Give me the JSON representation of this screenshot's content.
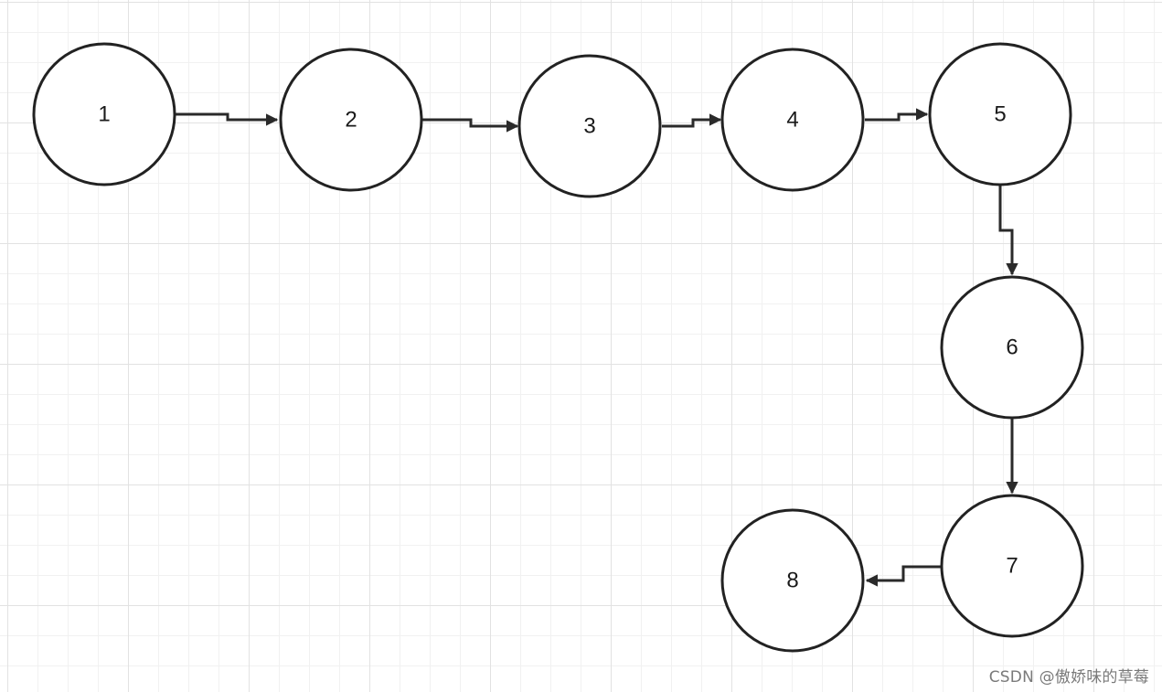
{
  "nodes": [
    {
      "label": "1"
    },
    {
      "label": "2"
    },
    {
      "label": "3"
    },
    {
      "label": "4"
    },
    {
      "label": "5"
    },
    {
      "label": "6"
    },
    {
      "label": "7"
    },
    {
      "label": "8"
    }
  ],
  "edges": [
    {
      "from": "1",
      "to": "2"
    },
    {
      "from": "2",
      "to": "3"
    },
    {
      "from": "3",
      "to": "4"
    },
    {
      "from": "4",
      "to": "5"
    },
    {
      "from": "5",
      "to": "6"
    },
    {
      "from": "6",
      "to": "7"
    },
    {
      "from": "7",
      "to": "8"
    }
  ],
  "watermark": "CSDN @傲娇味的草莓",
  "colors": {
    "stroke": "#222222",
    "node_fill": "#ffffff",
    "grid": "#e2e2e2",
    "watermark": "#7a7a7a"
  }
}
